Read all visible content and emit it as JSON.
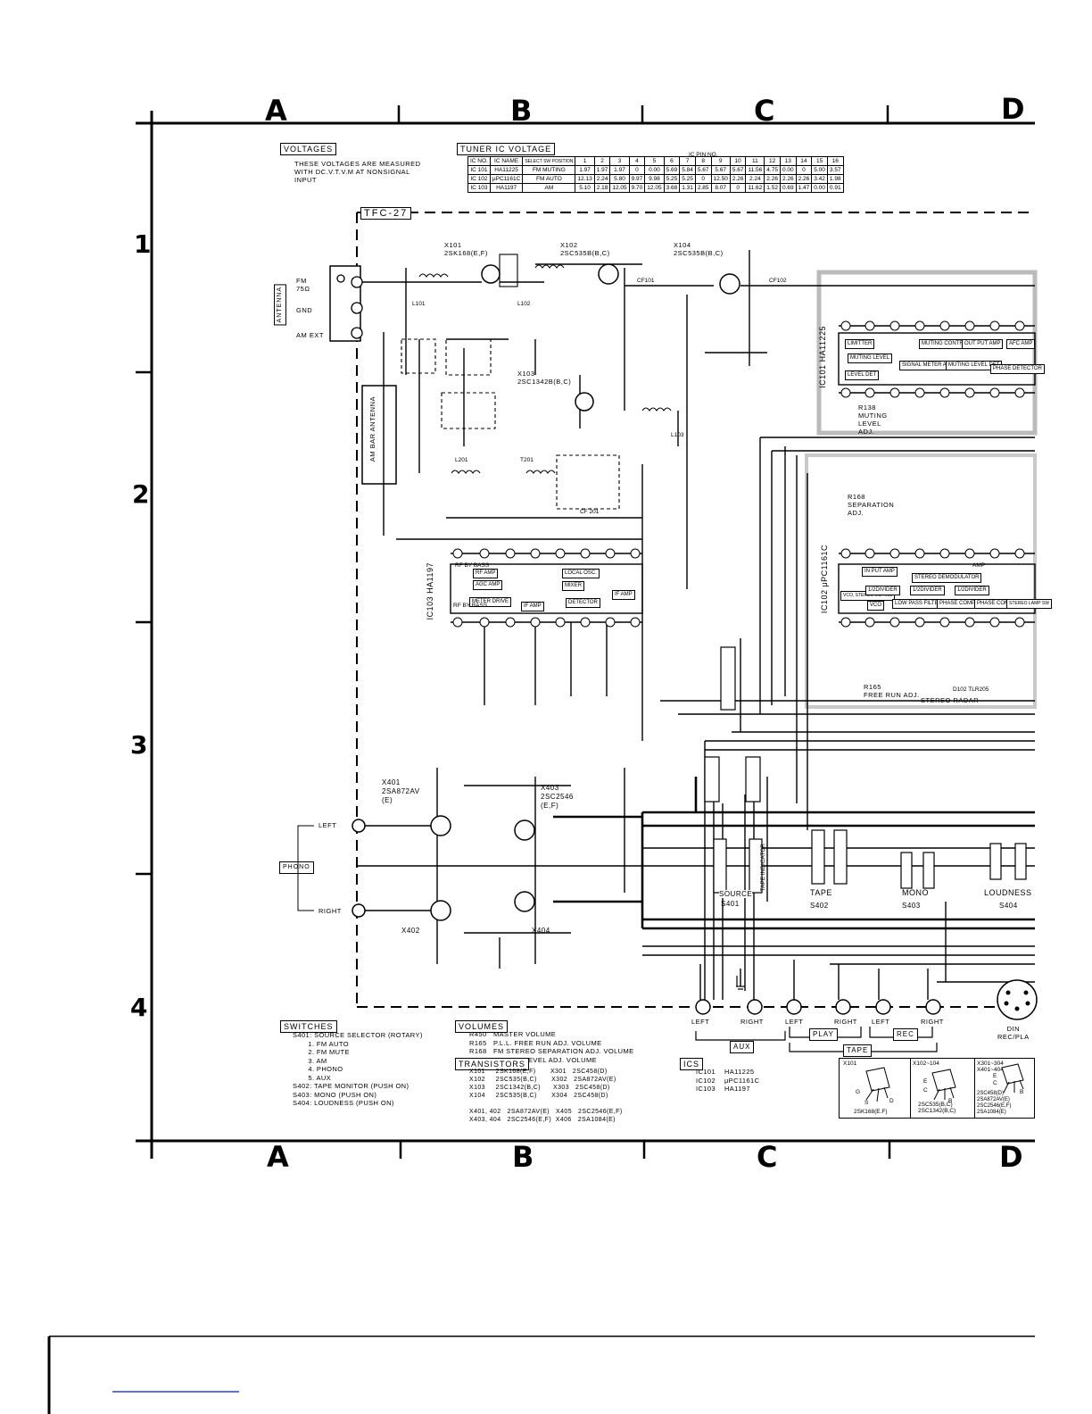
{
  "grid": {
    "columns": [
      "A",
      "B",
      "C",
      "D"
    ],
    "rows": [
      "1",
      "2",
      "3",
      "4"
    ]
  },
  "voltages_note": {
    "title": "VOLTAGES",
    "text": "THESE VOLTAGES ARE MEASURED\nWITH DC.V.T.V.M AT NONSIGNAL\nINPUT"
  },
  "tuner_ic_voltage": {
    "title": "TUNER IC VOLTAGE",
    "headers": [
      "IC NO.",
      "IC NAME",
      "SELECT SW POSITION",
      "1",
      "2",
      "3",
      "4",
      "5",
      "6",
      "7",
      "8",
      "9",
      "10",
      "11",
      "12",
      "13",
      "14",
      "15",
      "16"
    ],
    "ic_pin_label": "IC PIN NO.",
    "rows": [
      [
        "IC 101",
        "HA11225",
        "FM MUTING",
        "1.97",
        "1.97",
        "1.97",
        "0",
        "0.00",
        "5.69",
        "5.84",
        "5.67",
        "5.67",
        "5.67",
        "11.56",
        "4.75",
        "0.00",
        "0",
        "5.00",
        "3.57"
      ],
      [
        "IC 102",
        "μPC1161C",
        "FM AUTO",
        "12.13",
        "2.24",
        "5.80",
        "9.97",
        "9.98",
        "5.25",
        "5.25",
        "0",
        "12.50",
        "2.26",
        "2.24",
        "2.26",
        "2.26",
        "2.26",
        "3.42",
        "1.98"
      ],
      [
        "IC 103",
        "HA1197",
        "AM",
        "5.10",
        "2.18",
        "12.05",
        "9.70",
        "12.05",
        "3.68",
        "1.31",
        "2.85",
        "8.07",
        "0",
        "11.62",
        "1.52",
        "0.69",
        "1.47",
        "0.00",
        "0.91"
      ]
    ]
  },
  "board": {
    "label": "TFC-27"
  },
  "inputs": {
    "antenna_label": "ANTENNA",
    "fm": "FM\n75Ω",
    "gnd": "GND",
    "am_ext": "AM EXT",
    "am_bar": "AM BAR ANTENNA",
    "phono": "PHONO",
    "left": "LEFT",
    "right": "RIGHT"
  },
  "transistor_labels": [
    {
      "id": "x101",
      "text": "X101\n2SK168(E,F)"
    },
    {
      "id": "x102",
      "text": "X102\n2SC535B(B,C)"
    },
    {
      "id": "x104",
      "text": "X104\n2SC535B(B,C)"
    },
    {
      "id": "x103",
      "text": "X103\n2SC1342B(B,C)"
    },
    {
      "id": "x401",
      "text": "X401\n2SA872AV\n(E)"
    },
    {
      "id": "x403",
      "text": "X403\n2SC2546\n(E,F)"
    },
    {
      "id": "x402",
      "text": "X402"
    },
    {
      "id": "x404",
      "text": "X404"
    }
  ],
  "ic_labels": {
    "ic101": "IC101 HA11225",
    "ic102": "IC102 μPC1161C",
    "ic103": "IC103 HA1197"
  },
  "ic101_blocks": [
    "LIMITTER",
    "MUTING CONTROL",
    "OUT PUT AMP",
    "AFC AMP",
    "MUTING LEVEL",
    "SIGNAL METER ADDER",
    "MUTING LEVEL DET",
    "PHASE DETECTOR",
    "LEVEL DET"
  ],
  "ic102_blocks": [
    "IN PUT AMP",
    "STEREO DEMODULATOR",
    "VCO, STEREO MUTING",
    "VCO",
    "1/2DIVIDER",
    "1/2DIVIDER",
    "1/2DIVIDER",
    "LOW PASS FILTER",
    "PHASE COMP.",
    "PHASE COMP.",
    "STEREO LAMP SW",
    "AMP"
  ],
  "ic103_blocks": [
    "RF AMP",
    "AGC AMP",
    "LOCAL OSC.",
    "MIXER",
    "IF AMP",
    "METER DRIVE",
    "IF AMP",
    "DETECTOR"
  ],
  "annotations": [
    "R138\nMUTING\nLEVEL\nADJ.",
    "R168\nSEPARATION\nADJ.",
    "R165\nFREE RUN ADJ.",
    "STEREO RADAR",
    "D102 TLR205",
    "RF BY BASS",
    "RF\nBY BASS",
    "CF 201",
    "L103",
    "L201",
    "T201",
    "L101",
    "L102",
    "CF101",
    "CF102",
    "TAPE INDICATOR"
  ],
  "switch_labels": {
    "source": "SOURCE",
    "s401": "S401",
    "tape": "TAPE",
    "s402": "S402",
    "mono": "MONO",
    "s403": "S403",
    "loudness": "LOUDNESS",
    "s404": "S404"
  },
  "jacks": {
    "aux": {
      "label": "AUX",
      "pins": [
        "LEFT",
        "RIGHT"
      ]
    },
    "play": {
      "label": "PLAY",
      "pins": [
        "LEFT",
        "RIGHT"
      ]
    },
    "rec": {
      "label": "REC",
      "pins": [
        "LEFT",
        "RIGHT"
      ]
    },
    "tape": "TAPE",
    "din": "DIN\nREC/PLA"
  },
  "switches_legend": {
    "title": "SWITCHES",
    "text": "S401: SOURCE SELECTOR (ROTARY)\n       1. FM AUTO\n       2. FM MUTE\n       3. AM\n       4. PHONO\n       5. AUX\nS402: TAPE MONITOR (PUSH ON)\nS403: MONO (PUSH ON)\nS404: LOUDNESS (PUSH ON)"
  },
  "volumes_legend": {
    "title": "VOLUMES",
    "text": "R450   MASTER VOLUME\nR165   P.L.L. FREE RUN ADJ. VOLUME\nR168   FM STEREO SEPARATION ADJ. VOLUME\nR138   MUTING LEVEL ADJ. VOLUME"
  },
  "transistors_legend": {
    "title": "TRANSISTORS",
    "text": "X101     2SK168(E,F)       X301   2SC458(D)\nX102     2SC535(B,C)       X302   2SA872AV(E)\nX103     2SC1342(B,C)      X303   2SC458(D)\nX104     2SC535(B,C)       X304   2SC458(D)\n\nX401, 402   2SA872AV(E)   X405   2SC2546(E,F)\nX403, 404   2SC2546(E,F)  X406   2SA1084(E)"
  },
  "ics_legend": {
    "title": "ICS",
    "text": "IC101    HA11225\nIC102    μPC1161C\nIC103    HA1197"
  },
  "pinouts": [
    {
      "title": "X101",
      "caption": "2SK168(E.F)",
      "pins": [
        "G",
        "S",
        "D"
      ]
    },
    {
      "title": "X102~104",
      "caption": "2SC535(B,C)\n2SC1342(B,C)",
      "pins": [
        "E",
        "C",
        "B"
      ]
    },
    {
      "title": "X301~304\nX401~404",
      "caption": "2SC458(D)\n2SA872AV(E)\n2SC2546(E,F)\n2SA1084(E)",
      "pins": [
        "E",
        "C",
        "B"
      ]
    }
  ]
}
